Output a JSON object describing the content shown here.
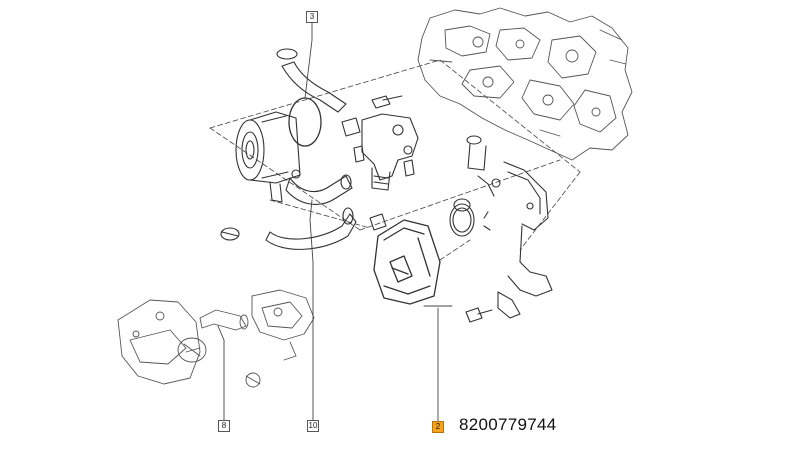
{
  "callouts": {
    "top": "3",
    "left_bottom": "8",
    "middle_bottom": "10",
    "selected": "2"
  },
  "selected_part_number": "8200779744",
  "colors": {
    "line": "#333333",
    "selected_callout": "#f3a21a",
    "background": "#ffffff"
  }
}
